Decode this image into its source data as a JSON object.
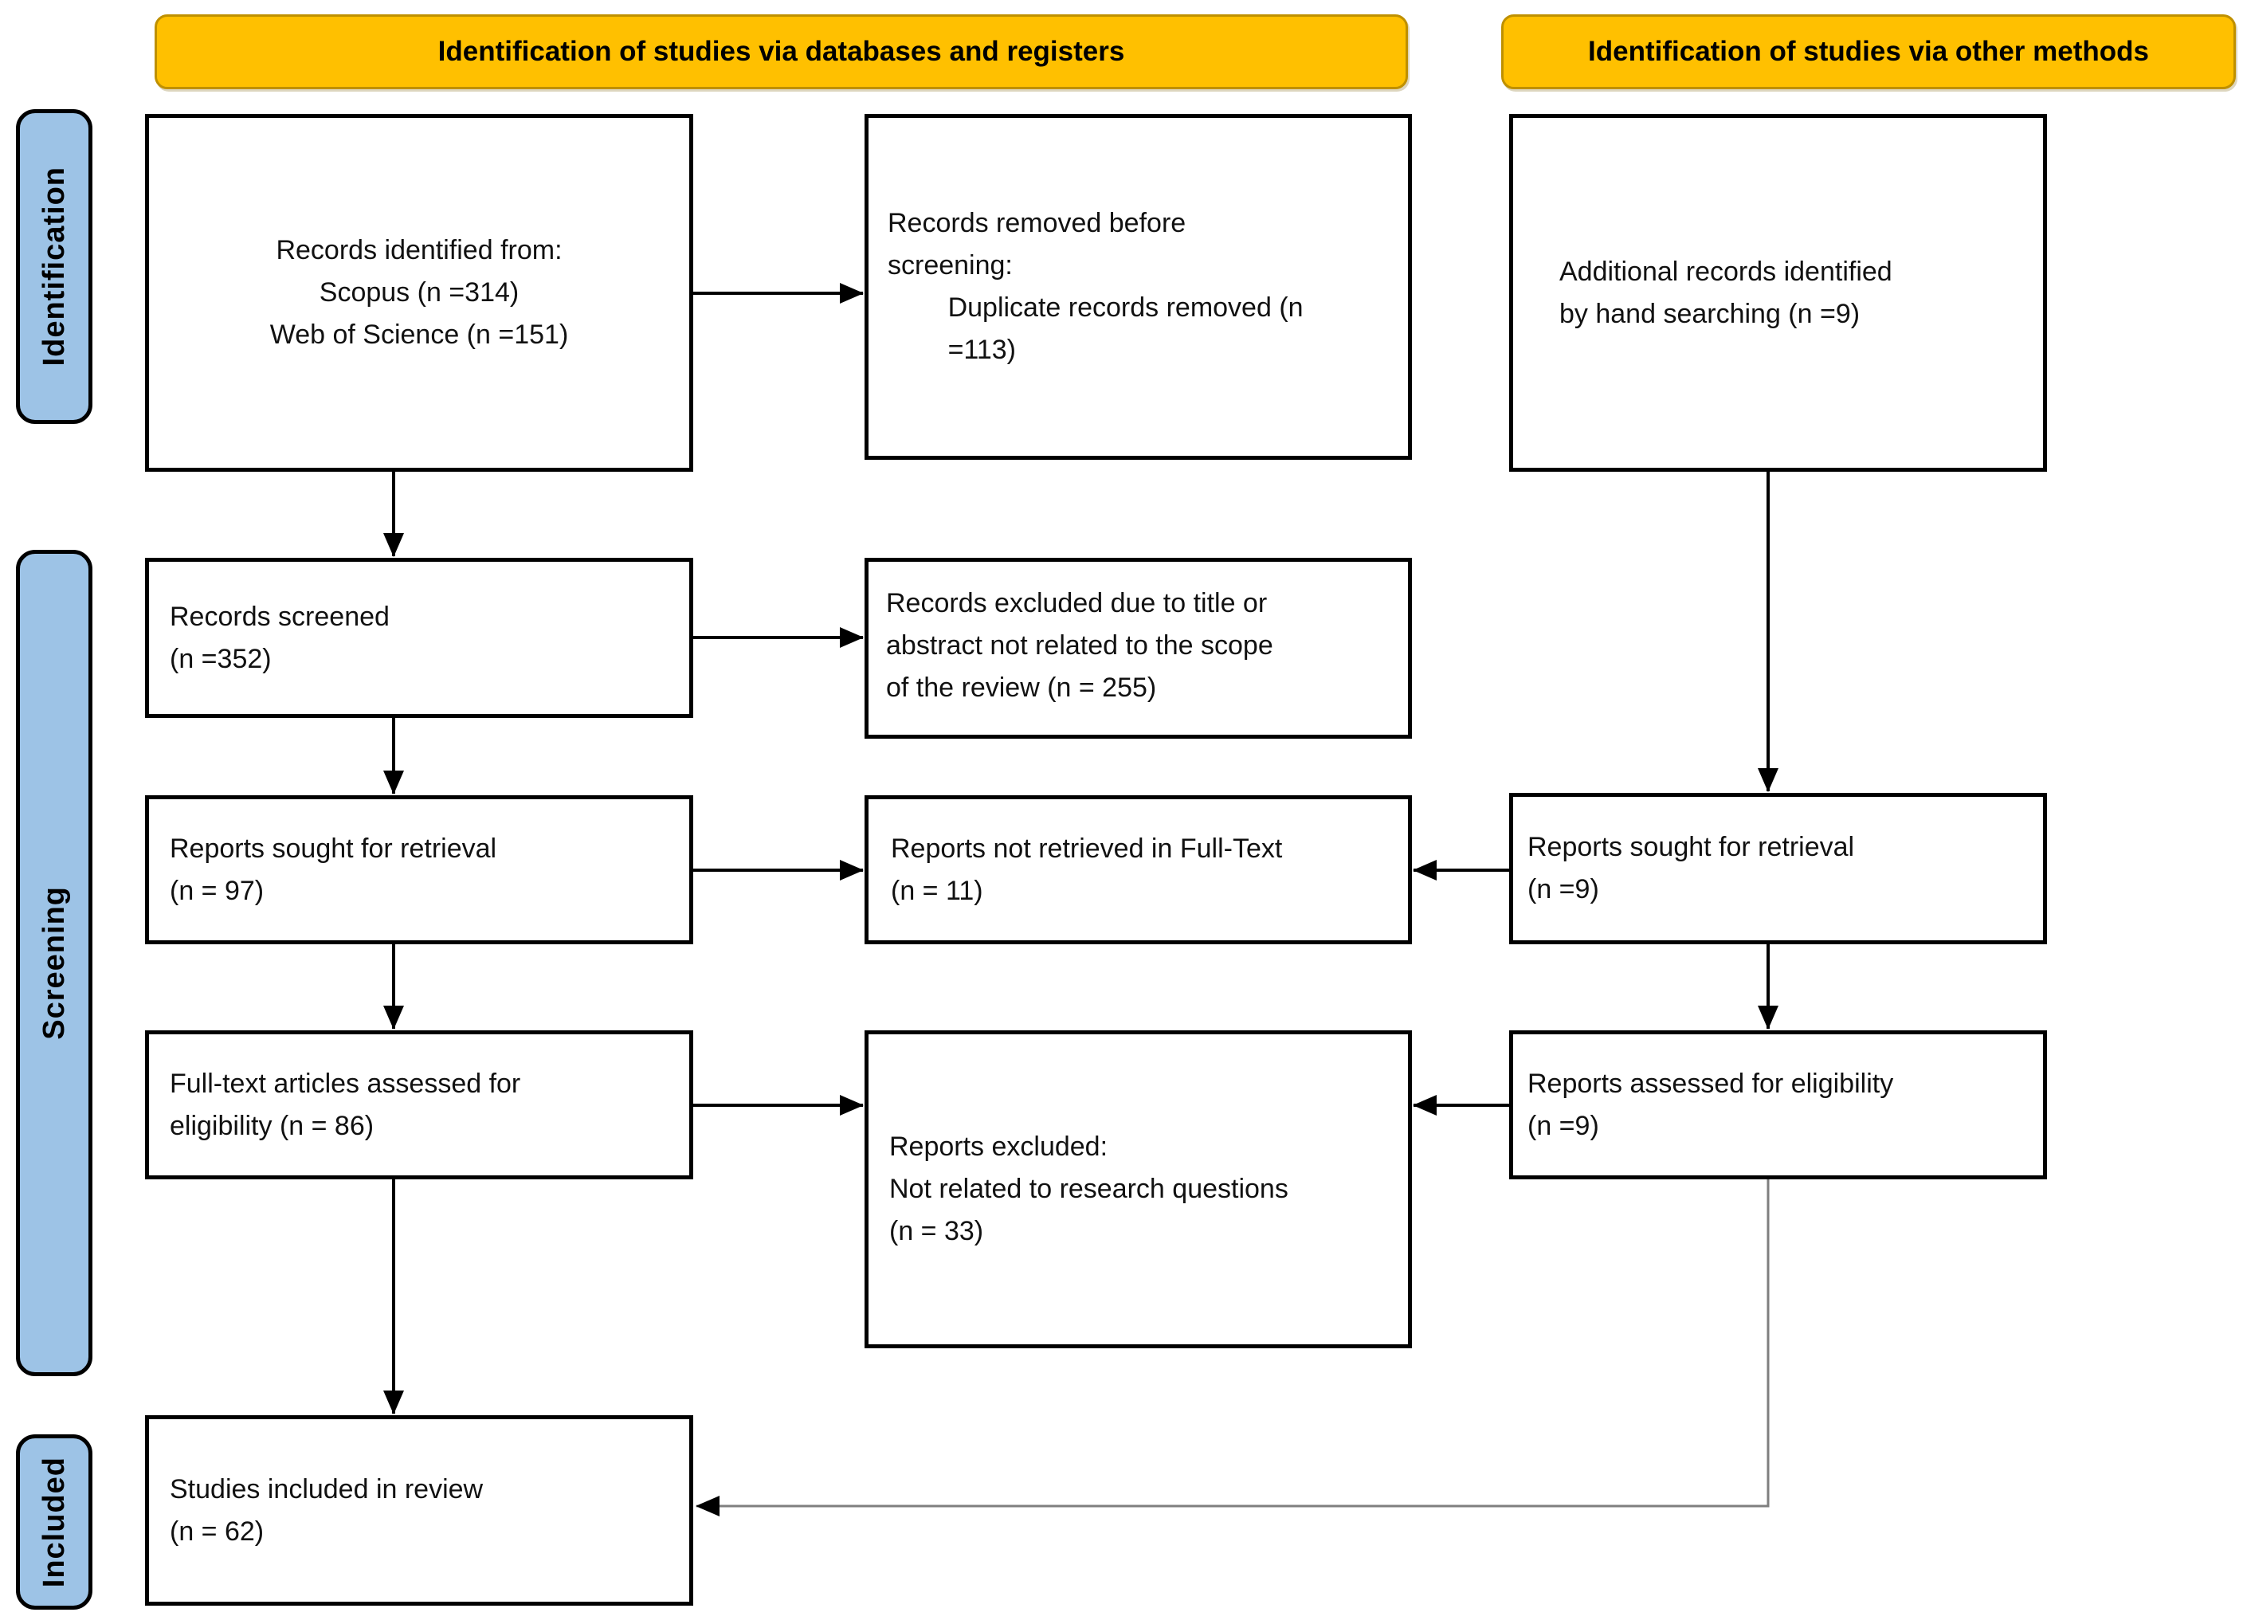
{
  "banners": {
    "left": "Identification of studies via databases and registers",
    "right": "Identification of studies via other methods"
  },
  "stage_labels": {
    "identification": "Identification",
    "screening": "Screening",
    "included": "Included"
  },
  "colors": {
    "banner_fill": "#FFC000",
    "banner_border": "#BF9000",
    "stage_fill": "#9DC3E6",
    "box_border": "#000000",
    "connector": "#000000",
    "connector_secondary": "#7F7F7F"
  },
  "boxes": {
    "records_identified": {
      "lines": [
        "Records identified from:",
        "Scopus (n =314)",
        "Web of Science (n =151)"
      ]
    },
    "records_removed": {
      "lines": [
        "Records removed before",
        "screening:",
        "        Duplicate records removed (n",
        "        =113)"
      ]
    },
    "additional_records": {
      "lines": [
        "Additional records identified",
        "by hand searching (n =9)"
      ]
    },
    "records_screened": {
      "lines": [
        "Records screened",
        "(n =352)"
      ]
    },
    "records_excluded": {
      "lines": [
        "Records excluded due to title or",
        "abstract not related to the scope",
        "of the review (n = 255)"
      ]
    },
    "reports_sought": {
      "lines": [
        "Reports sought for retrieval",
        "(n = 97)"
      ]
    },
    "reports_not_retrieved": {
      "lines": [
        "Reports not retrieved in Full-Text",
        "(n = 11)"
      ]
    },
    "reports_sought_other": {
      "lines": [
        "Reports sought for retrieval",
        "(n =9)"
      ]
    },
    "fulltext_assessed": {
      "lines": [
        "Full-text articles assessed for",
        "eligibility (n = 86)"
      ]
    },
    "reports_excluded": {
      "lines": [
        "Reports excluded:",
        "Not related to research questions",
        "(n = 33)"
      ]
    },
    "reports_assessed_other": {
      "lines": [
        "Reports assessed for eligibility",
        "(n =9)"
      ]
    },
    "studies_included": {
      "lines": [
        "Studies included in review",
        "(n = 62)"
      ]
    }
  }
}
